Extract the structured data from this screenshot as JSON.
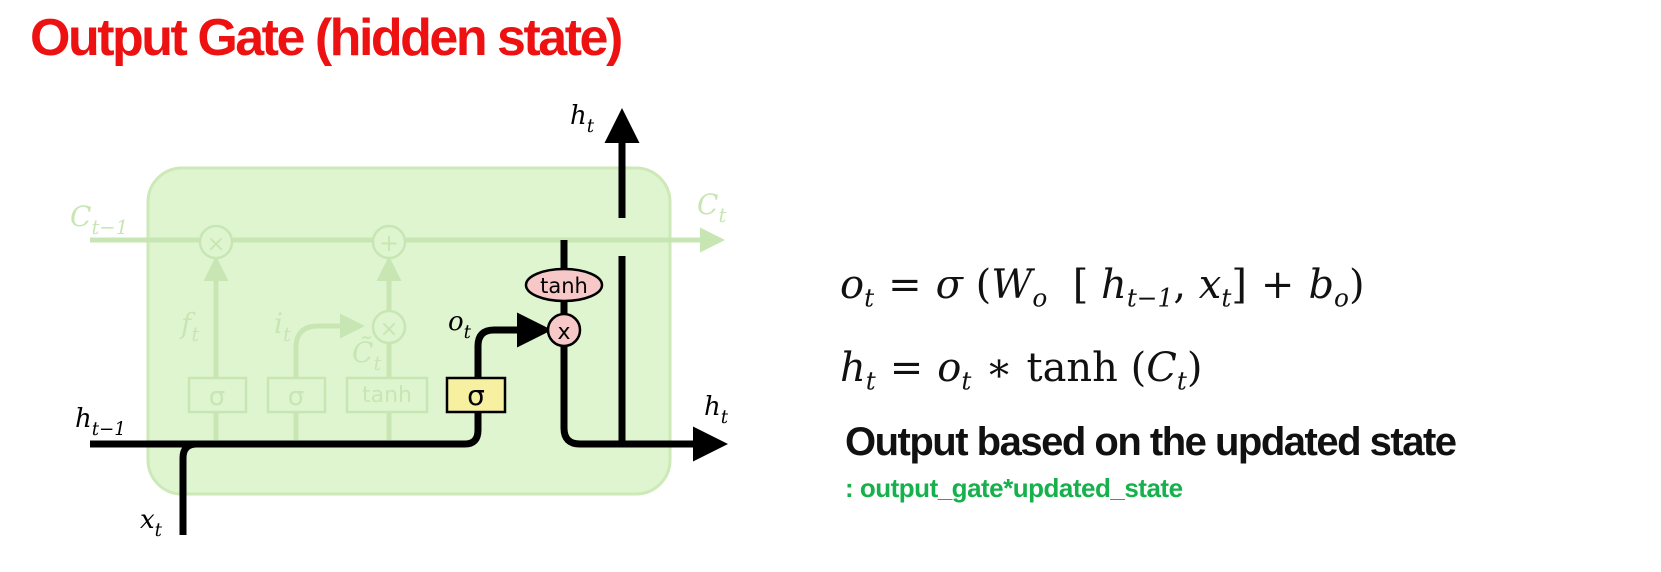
{
  "title": "Output Gate (hidden state)",
  "diagram": {
    "labels": {
      "c_prev": "C",
      "c_prev_sub": "t−1",
      "c_t": "C",
      "c_t_sub": "t",
      "h_prev": "h",
      "h_prev_sub": "t−1",
      "h_t_top": "h",
      "h_t_top_sub": "t",
      "h_t_right": "h",
      "h_t_right_sub": "t",
      "x_t": "x",
      "x_t_sub": "t",
      "f_t": "f",
      "f_t_sub": "t",
      "i_t": "i",
      "i_t_sub": "t",
      "c_tilde": "C̃",
      "c_tilde_sub": "t",
      "o_t": "o",
      "o_t_sub": "t"
    },
    "gates": {
      "forget_sigma": "σ",
      "input_sigma": "σ",
      "candidate_tanh": "tanh",
      "output_sigma": "σ",
      "cell_tanh": "tanh",
      "mult_forget": "×",
      "add_input": "+",
      "mult_input": "×",
      "mult_output": "x"
    },
    "colors": {
      "cell_bg": "#dff5d0",
      "faded": "#c8e6b4",
      "sigma_box": "#f7f0a0",
      "op_circle": "#f7c8c8",
      "line": "#000000"
    }
  },
  "equations": {
    "o": {
      "lhs": "o",
      "lhs_sub": "t",
      "eq": "=",
      "sigma": "σ",
      "open": "(",
      "W": "W",
      "W_sub": "o",
      "lb": "[",
      "h": "h",
      "h_sub": "t−1",
      "comma": ",",
      "x": "x",
      "x_sub": "t",
      "rb": "]",
      "plus": "+",
      "b": "b",
      "b_sub": "o",
      "close": ")"
    },
    "h": {
      "lhs": "h",
      "lhs_sub": "t",
      "eq": "=",
      "o": "o",
      "o_sub": "t",
      "star": "∗",
      "tanh": "tanh",
      "open": "(",
      "C": "C",
      "C_sub": "t",
      "close": ")"
    }
  },
  "caption": "Output based on the updated state",
  "subcaption": ": output_gate*updated_state"
}
